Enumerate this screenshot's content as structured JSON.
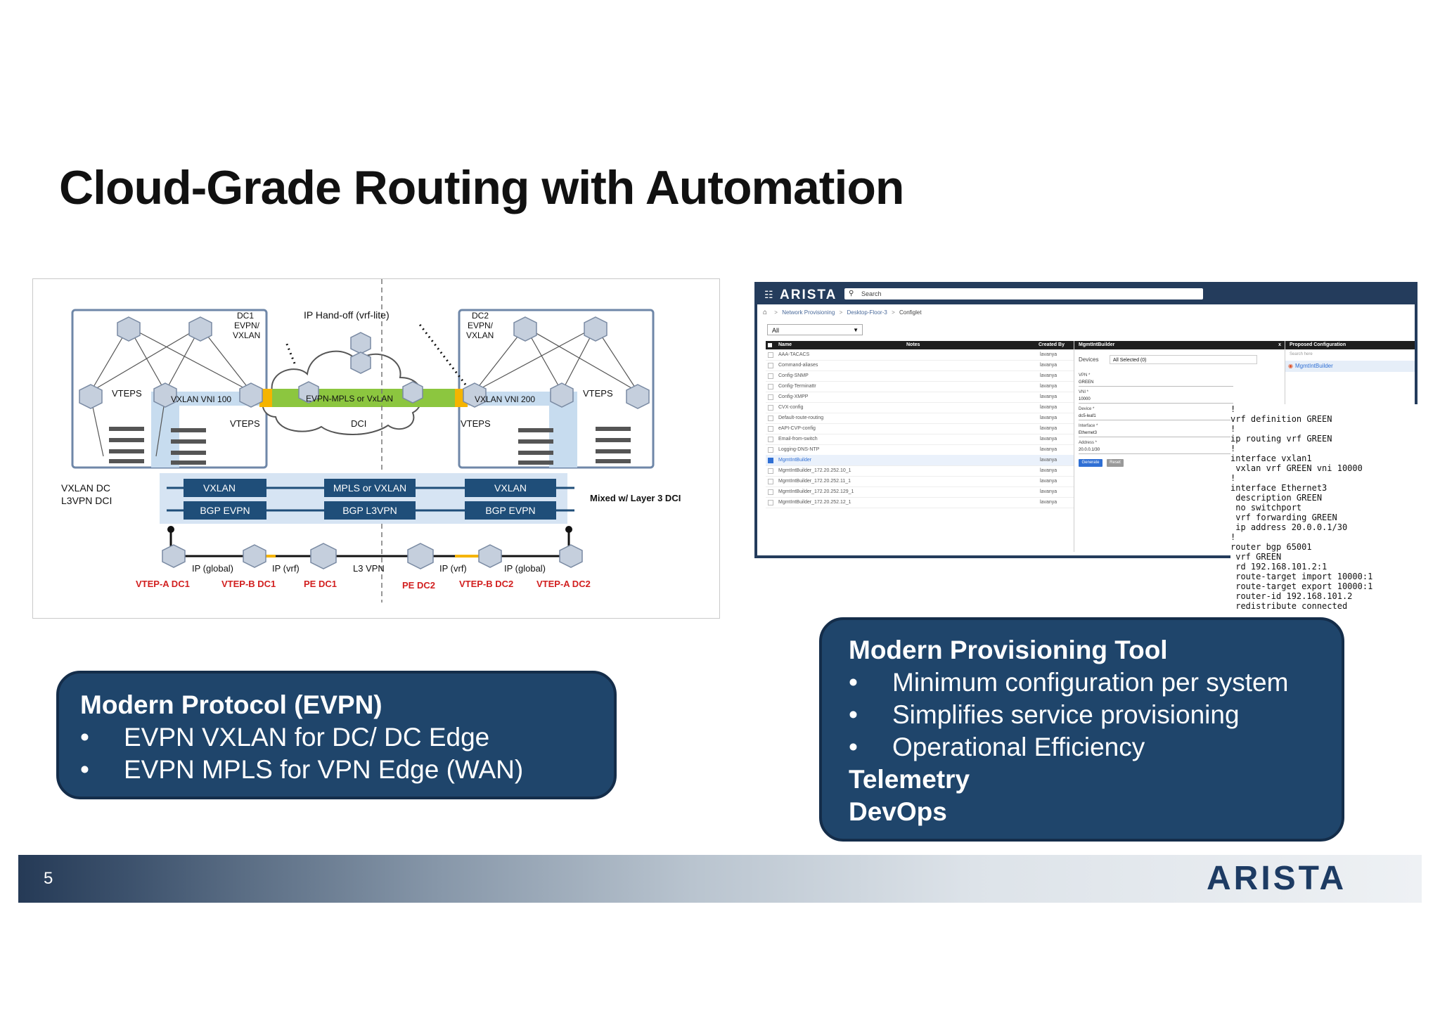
{
  "slide": {
    "title": "Cloud-Grade Routing with Automation",
    "page_number": "5",
    "footer_logo": "ARISTA"
  },
  "diagram": {
    "dc1_label": [
      "DC1",
      "EVPN/",
      "VXLAN"
    ],
    "dc2_label": [
      "DC2",
      "EVPN/",
      "VXLAN"
    ],
    "ip_handoff": "IP Hand-off (vrf-lite)",
    "vteps": "VTEPS",
    "vxlan_vni_100": "VXLAN VNI 100",
    "vxlan_vni_200": "VXLAN VNI 200",
    "evpn_mpls_bar": "EVPN-MPLS or VxLAN",
    "dci": "DCI",
    "vxlan_dc": "VXLAN DC",
    "l3vpn_dci": "L3VPN DCI",
    "stack_top": [
      "VXLAN",
      "MPLS or VXLAN",
      "VXLAN"
    ],
    "stack_bottom": [
      "BGP EVPN",
      "BGP L3VPN",
      "BGP EVPN"
    ],
    "mixed": "Mixed w/ Layer 3 DCI",
    "ip_global": "IP (global)",
    "ip_vrf": "IP (vrf)",
    "l3_vpn": "L3 VPN",
    "nodes": [
      "VTEP-A DC1",
      "VTEP-B DC1",
      "PE DC1",
      "PE DC2",
      "VTEP-B DC2",
      "VTEP-A DC2"
    ],
    "colors": {
      "accent_green": "#8cc63f",
      "accent_yellow": "#f5b400",
      "node_red": "#d22020",
      "stack_blue": "#1f4e79"
    }
  },
  "cvp": {
    "brand": "ARISTA",
    "search_placeholder": "Search",
    "breadcrumb": [
      "Network Provisioning",
      "Desktop-Floor-3",
      "Configlet"
    ],
    "filter": "All",
    "columns": [
      "Name",
      "Notes",
      "Created By"
    ],
    "rows": [
      {
        "name": "AAA-TACACS",
        "by": "lavanya"
      },
      {
        "name": "Command-aliases",
        "by": "lavanya"
      },
      {
        "name": "Config-SNMP",
        "by": "lavanya"
      },
      {
        "name": "Config-Terminattr",
        "by": "lavanya"
      },
      {
        "name": "Config-XMPP",
        "by": "lavanya"
      },
      {
        "name": "CVX-config",
        "by": "lavanya"
      },
      {
        "name": "Default-route-routing",
        "by": "lavanya"
      },
      {
        "name": "eAPI-CVP-config",
        "by": "lavanya"
      },
      {
        "name": "Email-from-switch",
        "by": "lavanya"
      },
      {
        "name": "Logging-DNS-NTP",
        "by": "lavanya"
      },
      {
        "name": "MgmtIntBuilder",
        "by": "lavanya"
      },
      {
        "name": "MgmtIntBuilder_172.20.252.10_1",
        "by": "lavanya"
      },
      {
        "name": "MgmtIntBuilder_172.20.252.11_1",
        "by": "lavanya"
      },
      {
        "name": "MgmtIntBuilder_172.20.252.129_1",
        "by": "lavanya"
      },
      {
        "name": "MgmtIntBuilder_172.20.252.12_1",
        "by": "lavanya"
      }
    ],
    "builder": {
      "title": "MgmtIntBuilder",
      "close": "x",
      "devices_label": "Devices",
      "devices_value": "All Selected (0)",
      "fields": [
        {
          "label": "VPN *",
          "value": "GREEN"
        },
        {
          "label": "VNI *",
          "value": "10000"
        },
        {
          "label": "Device *",
          "value": "dc5-leaf1"
        },
        {
          "label": "Interface *",
          "value": "Ethernet3"
        },
        {
          "label": "Address *",
          "value": "20.0.0.1/30"
        }
      ],
      "generate": "Generate",
      "reset": "Reset"
    },
    "proposed": {
      "title": "Proposed Configuration",
      "search": "Search here",
      "item": "MgmtIntBuilder"
    }
  },
  "config_text": "!\nvrf definition GREEN\n!\nip routing vrf GREEN\n!\ninterface vxlan1\n vxlan vrf GREEN vni 10000\n!\ninterface Ethernet3\n description GREEN\n no switchport\n vrf forwarding GREEN\n ip address 20.0.0.1/30\n!\nrouter bgp 65001\n vrf GREEN\n rd 192.168.101.2:1\n route-target import 10000:1\n route-target export 10000:1\n router-id 192.168.101.2\n redistribute connected",
  "box1": {
    "title": "Modern Protocol (EVPN)",
    "bullets": [
      "EVPN VXLAN for DC/ DC Edge",
      "EVPN MPLS for VPN Edge (WAN)"
    ]
  },
  "box2": {
    "title": "Modern Provisioning Tool",
    "bullets": [
      "Minimum configuration per system",
      "Simplifies service provisioning",
      "Operational Efficiency"
    ],
    "extra": [
      "Telemetry",
      "DevOps"
    ]
  },
  "bullet_char": "•"
}
